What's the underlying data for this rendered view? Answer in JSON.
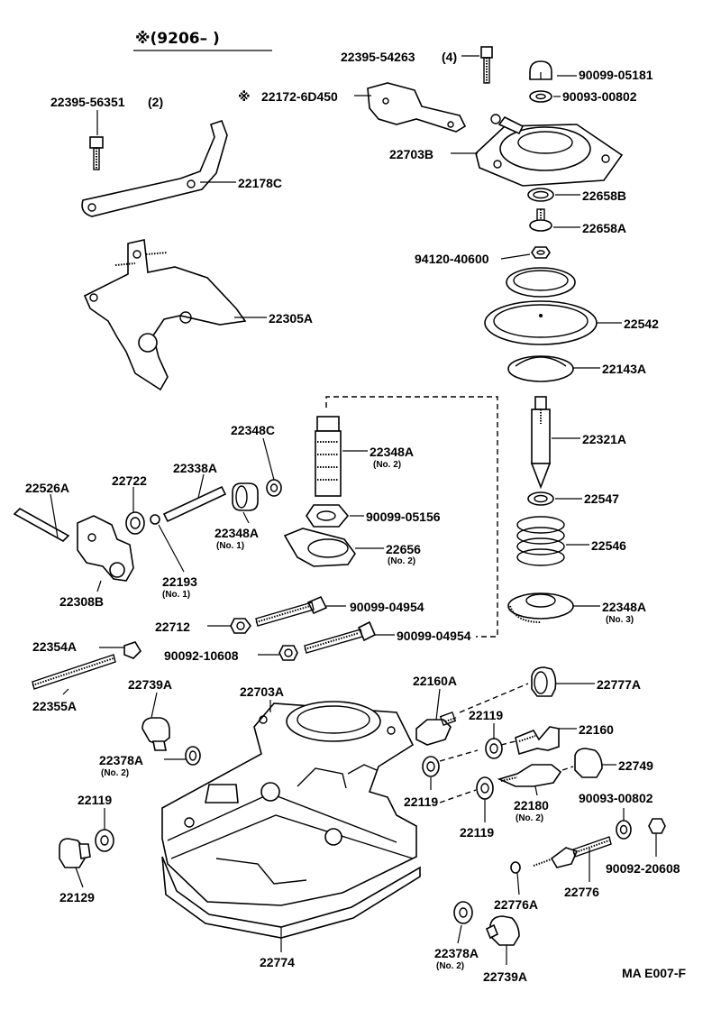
{
  "header": {
    "date_range": "※(9206–       )"
  },
  "drawing_code": "MA E007-F",
  "parts": {
    "p_22395_54263": {
      "label": "22395-54263",
      "qty": "(4)"
    },
    "p_22395_56351": {
      "label": "22395-56351",
      "qty": "(2)"
    },
    "p_90099_05181": {
      "label": "90099-05181"
    },
    "p_90093_00802_top": {
      "label": "90093-00802"
    },
    "p_22172": {
      "label": "22172-6D450",
      "mark": "※"
    },
    "p_22703B": {
      "label": "22703B"
    },
    "p_22178C": {
      "label": "22178C"
    },
    "p_22658B": {
      "label": "22658B"
    },
    "p_22658A": {
      "label": "22658A"
    },
    "p_94120": {
      "label": "94120-40600"
    },
    "p_22305A": {
      "label": "22305A"
    },
    "p_22542": {
      "label": "22542"
    },
    "p_22143A": {
      "label": "22143A"
    },
    "p_22348C": {
      "label": "22348C"
    },
    "p_22348A_2": {
      "label": "22348A",
      "note": "(No. 2)"
    },
    "p_22321A": {
      "label": "22321A"
    },
    "p_22526A": {
      "label": "22526A"
    },
    "p_22722": {
      "label": "22722"
    },
    "p_22338A": {
      "label": "22338A"
    },
    "p_22547": {
      "label": "22547"
    },
    "p_90099_05156": {
      "label": "90099-05156"
    },
    "p_22348A_1": {
      "label": "22348A",
      "note": "(No. 1)"
    },
    "p_22656": {
      "label": "22656",
      "note": "(No. 2)"
    },
    "p_22546": {
      "label": "22546"
    },
    "p_22193": {
      "label": "22193",
      "note": "(No. 1)"
    },
    "p_22308B": {
      "label": "22308B"
    },
    "p_90099_04954_a": {
      "label": "90099-04954"
    },
    "p_22348A_3": {
      "label": "22348A",
      "note": "(No. 3)"
    },
    "p_22712": {
      "label": "22712"
    },
    "p_90099_04954_b": {
      "label": "90099-04954"
    },
    "p_90092_10608": {
      "label": "90092-10608"
    },
    "p_22354A": {
      "label": "22354A"
    },
    "p_22355A": {
      "label": "22355A"
    },
    "p_22739A_top": {
      "label": "22739A"
    },
    "p_22703A": {
      "label": "22703A"
    },
    "p_22160A": {
      "label": "22160A"
    },
    "p_22777A": {
      "label": "22777A"
    },
    "p_22119_a": {
      "label": "22119"
    },
    "p_22160": {
      "label": "22160"
    },
    "p_22378A_top": {
      "label": "22378A",
      "note": "(No. 2)"
    },
    "p_22749": {
      "label": "22749"
    },
    "p_22119_b": {
      "label": "22119"
    },
    "p_22180": {
      "label": "22180",
      "note": "(No. 2)"
    },
    "p_90093_00802_bot": {
      "label": "90093-00802"
    },
    "p_22119_c": {
      "label": "22119"
    },
    "p_22119_d": {
      "label": "22119"
    },
    "p_90092_20608": {
      "label": "90092-20608"
    },
    "p_22129": {
      "label": "22129"
    },
    "p_22776A": {
      "label": "22776A"
    },
    "p_22776": {
      "label": "22776"
    },
    "p_22774": {
      "label": "22774"
    },
    "p_22378A_bot": {
      "label": "22378A",
      "note": "(No. 2)"
    },
    "p_22739A_bot": {
      "label": "22739A"
    }
  }
}
